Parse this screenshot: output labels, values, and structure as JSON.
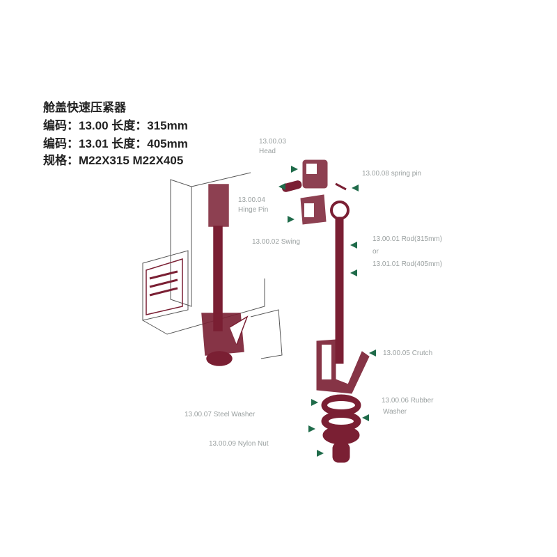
{
  "header": {
    "name": "舱盖快速压紧器",
    "line1": "编码：13.00 长度：315mm",
    "line2": "编码：13.01 长度：405mm",
    "line3": "规格：M22X315 M22X405"
  },
  "parts": {
    "head": {
      "code": "13.00.03",
      "name": "Head"
    },
    "spring_pin": "13.00.08  spring pin",
    "hinge_pin": {
      "code": "13.00.04",
      "name": "Hinge Pin"
    },
    "swing": "13.00.02 Swing",
    "rod_315": "13.00.01  Rod(315mm)",
    "rod_or": "or",
    "rod_405": "13.01.01   Rod(405mm)",
    "crutch": "13.00.05  Crutch",
    "rubber_washer": {
      "code": "13.00.06  Rubber",
      "name": "Washer"
    },
    "steel_washer": "13.00.07  Steel Washer",
    "nylon_nut": "13.00.09  Nylon Nut"
  },
  "colors": {
    "part": "#7a1f33",
    "arrow": "#1f6b4a",
    "label": "#9aa0a0"
  }
}
